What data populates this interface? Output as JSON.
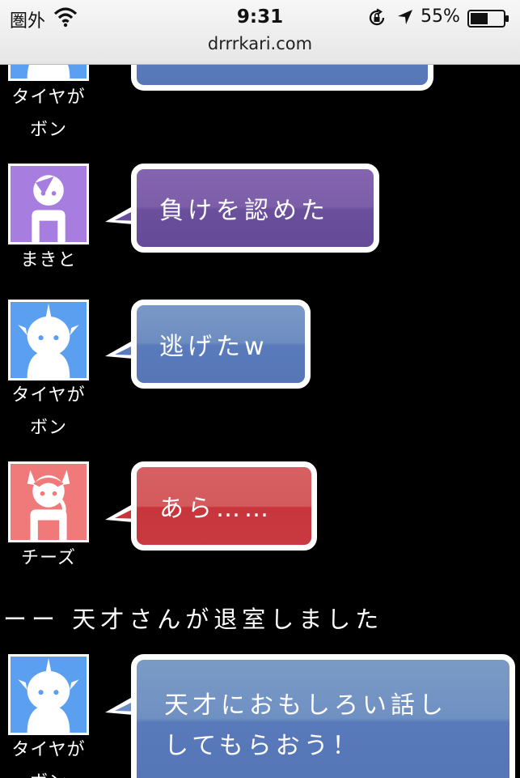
{
  "status_bar": {
    "carrier": "圏外",
    "time": "9:31",
    "battery_percent": "55%",
    "battery_level": 0.55,
    "url": "drrrkari.com"
  },
  "messages": [
    {
      "user": "タイヤがボン",
      "user_line1": "タイヤが",
      "user_line2": "ボン",
      "text": "",
      "color": "blue"
    },
    {
      "user": "まきと",
      "text": "負けを認めた",
      "color": "purple"
    },
    {
      "user": "タイヤがボン",
      "user_line1": "タイヤが",
      "user_line2": "ボン",
      "text": "逃げたw",
      "color": "blue"
    },
    {
      "user": "チーズ",
      "text": "あら……",
      "color": "red"
    },
    {
      "system": "ーー 天才さんが退室しました"
    },
    {
      "user": "タイヤがボン",
      "user_line1": "タイヤが",
      "user_line2": "ボン",
      "text_line1": "天才におもしろい話し",
      "text_line2": "してもらおう！",
      "color": "blue"
    }
  ],
  "colors": {
    "blue_avatar": "#5a9ff0",
    "purple_avatar": "#a77ee0",
    "red_avatar": "#f07a7a",
    "blue_bubble": "#6b8cc3",
    "purple_bubble": "#7a5ba8",
    "red_bubble": "#d04a4f"
  }
}
